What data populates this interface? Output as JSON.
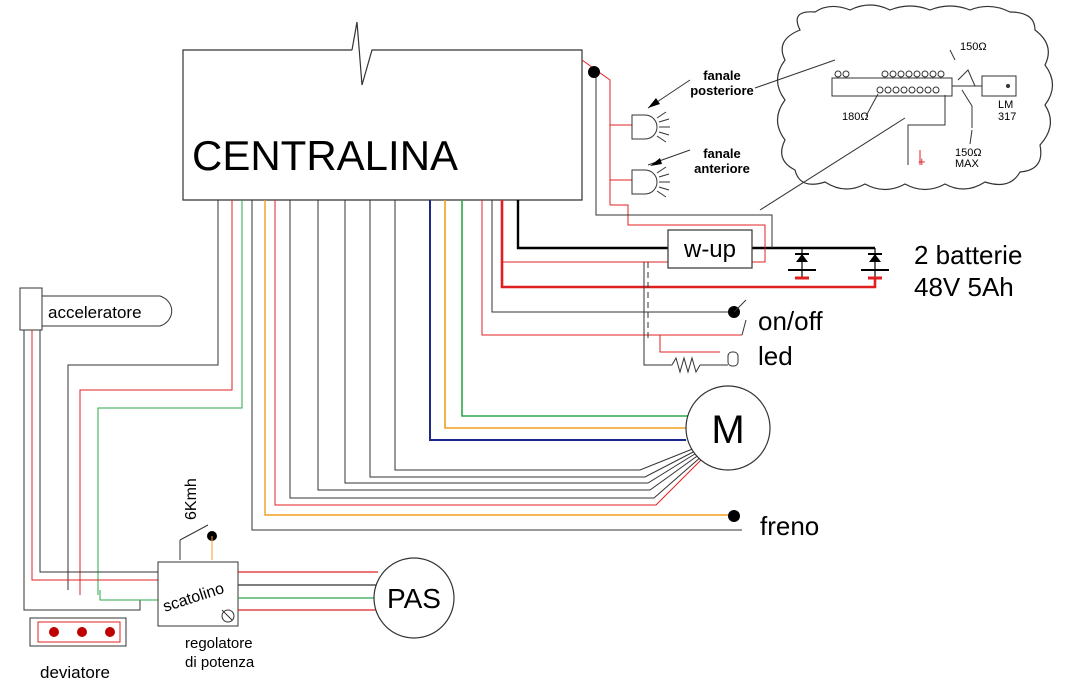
{
  "controller": {
    "label": "CENTRALINA"
  },
  "lights": {
    "rear": [
      "fanale",
      "posteriore"
    ],
    "front": [
      "fanale",
      "anteriore"
    ]
  },
  "regulator_inset": {
    "r_150_top": "150Ω",
    "r_180": "180Ω",
    "lm_line1": "LM",
    "lm_line2": "317",
    "pot_line1": "150Ω",
    "pot_line2": "MAX",
    "plus": "+"
  },
  "wakeup": {
    "label": "w-up"
  },
  "battery": {
    "line1": "2 batterie",
    "line2": "48V 5Ah"
  },
  "switches": {
    "onoff": "on/off",
    "led": "led"
  },
  "accelerator": {
    "label": "acceleratore"
  },
  "motor": {
    "label": "M"
  },
  "brake": {
    "label": "freno"
  },
  "speed_limit": {
    "label": "6Kmh"
  },
  "box": {
    "label": "scatolino"
  },
  "pas": {
    "label": "PAS"
  },
  "power_regulator": [
    "regolatore",
    "di potenza"
  ],
  "switch_selector": {
    "label": "deviatore"
  },
  "colors": {
    "red": "#e02020",
    "green": "#2aa84a",
    "yellow": "#f0a020",
    "blue": "#1a2a8a",
    "black": "#000000",
    "thin": "#333333",
    "led_red": "#c00000"
  }
}
